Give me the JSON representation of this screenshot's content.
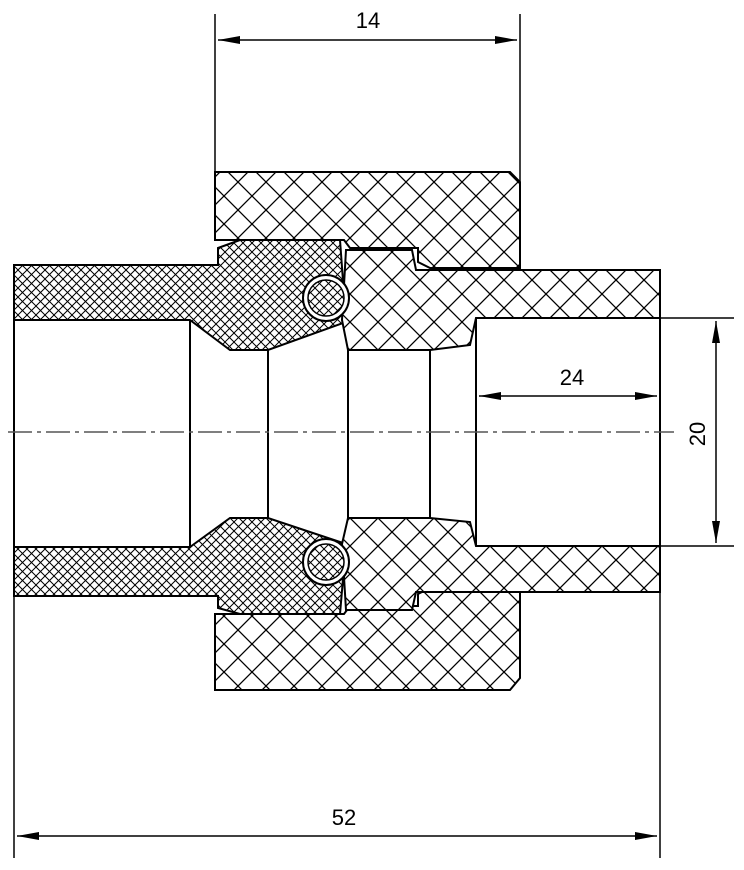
{
  "dimensions": {
    "top_width": "14",
    "bore_length": "24",
    "bore_diameter": "20",
    "overall_length": "52"
  },
  "colors": {
    "line": "#000000",
    "hatch": "#000000",
    "background": "#ffffff",
    "centerline": "#555555"
  }
}
